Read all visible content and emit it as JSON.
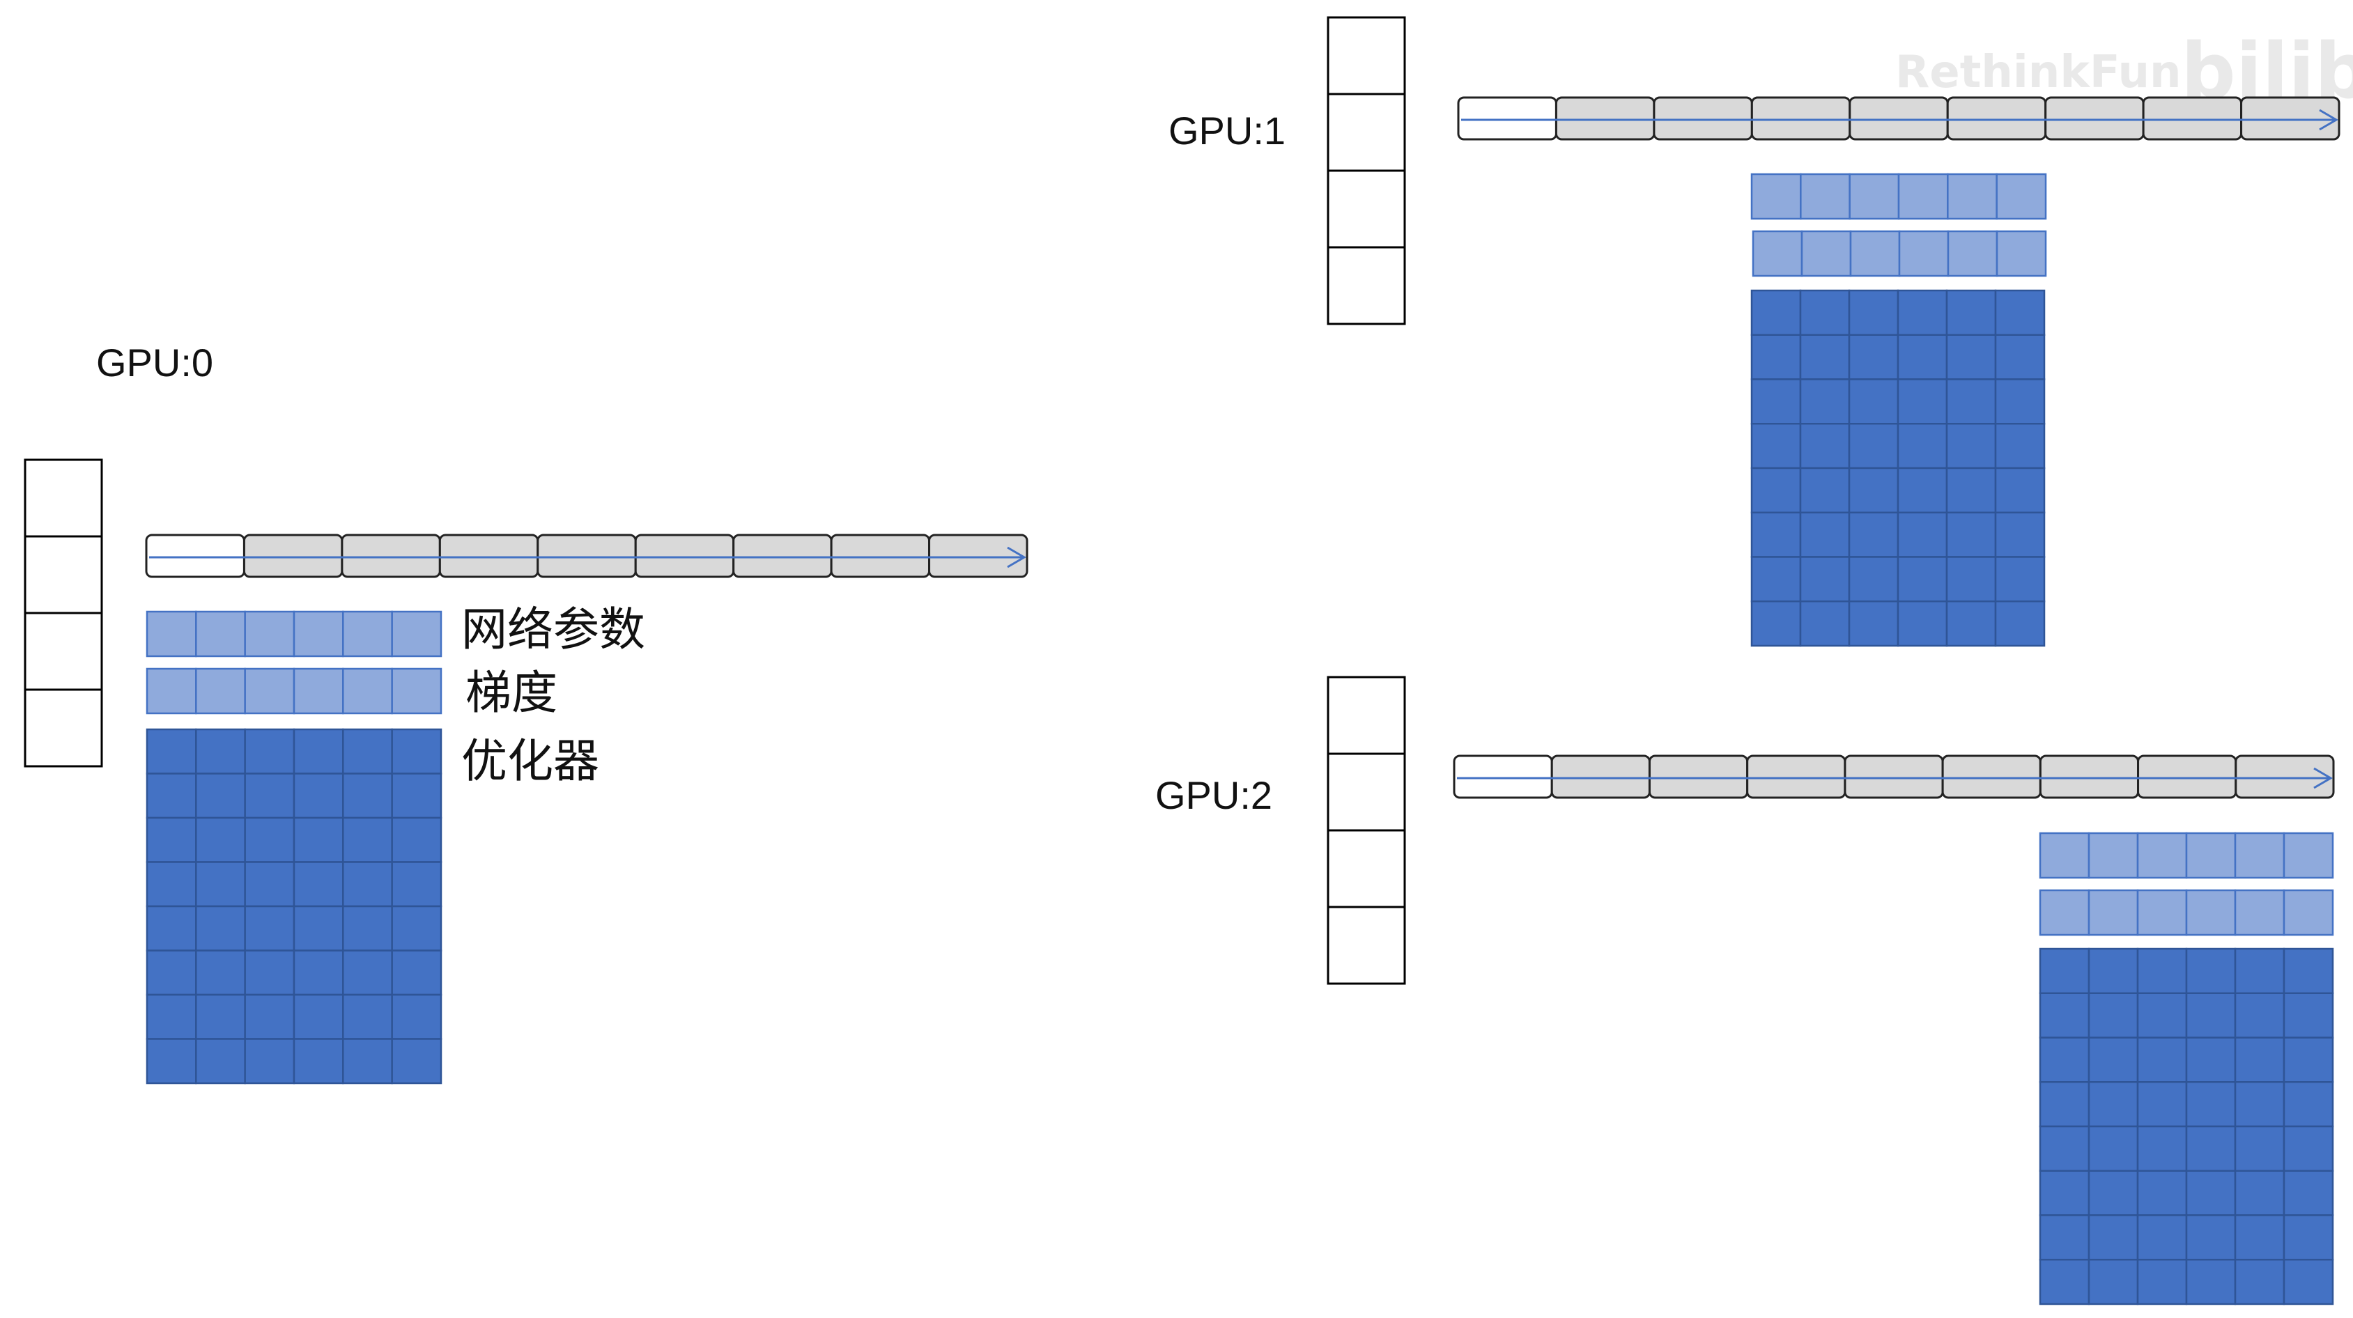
{
  "colors": {
    "param": "#8faadc",
    "param_border": "#4472c4",
    "optimizer": "#4472c4",
    "optimizer_border": "#2f5597",
    "layer_fill": "#d9d9d9",
    "layer_first_fill": "#ffffff",
    "layer_border": "#222222",
    "arrow": "#4472c4",
    "cell_border": "#000000",
    "watermark": "#e9e9e9"
  },
  "legend": {
    "params": "网络参数",
    "grads": "梯度",
    "optimizer": "优化器"
  },
  "watermark": {
    "text": "RethinkFun",
    "logo": "bilibili"
  },
  "gpus": [
    {
      "label": "GPU:0"
    },
    {
      "label": "GPU:1"
    },
    {
      "label": "GPU:2"
    }
  ]
}
